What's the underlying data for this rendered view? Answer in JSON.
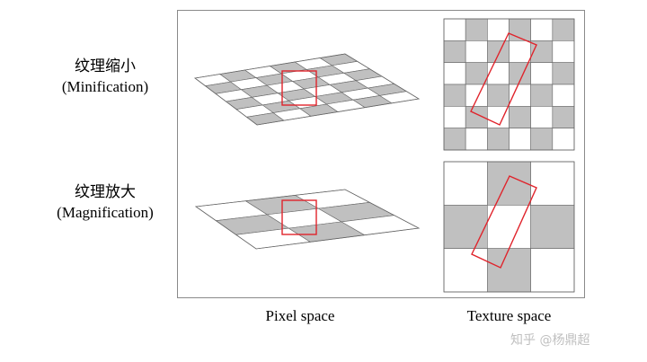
{
  "rows": {
    "minification": {
      "zh": "纹理缩小",
      "en": "(Minification)"
    },
    "magnification": {
      "zh": "纹理放大",
      "en": "(Magnification)"
    }
  },
  "captions": {
    "pixel_space": "Pixel space",
    "texture_space": "Texture space"
  },
  "watermark": "知乎 @杨鼎超",
  "colors": {
    "checker_dark": "#c0c0c0",
    "checker_light": "#ffffff",
    "grid_line": "#666666",
    "footprint": "#e0232b",
    "frame_border": "#8a8a8a"
  },
  "grids": {
    "minification_texture_cells": 6,
    "magnification_texture_cells": 3,
    "minification_plane_cells": 6,
    "magnification_plane_cells": 3
  }
}
